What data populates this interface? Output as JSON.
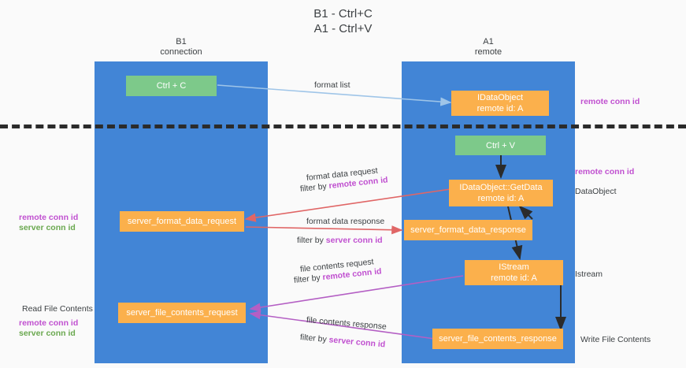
{
  "title": "B1 - Ctrl+C\nA1 - Ctrl+V",
  "columns": {
    "left": "B1\nconnection",
    "right": "A1\nremote"
  },
  "nodes": {
    "ctrl_c": "Ctrl + C",
    "data_object_remote": "IDataObject\nremote id: A",
    "ctrl_v": "Ctrl + V",
    "get_data": "IDataObject::GetData\nremote id: A",
    "server_format_data_request": "server_format_data_request",
    "server_format_data_response": "server_format_data_response",
    "istream": "IStream\nremote id: A",
    "server_file_contents_request": "server_file_contents_request",
    "server_file_contents_response": "server_file_contents_response"
  },
  "edges": {
    "format_list": "format list",
    "format_data_request": "format data request",
    "format_data_request_filter_prefix": "filter by ",
    "format_data_request_filter_key": "remote conn id",
    "format_data_response": "format data response",
    "format_data_response_filter_prefix": "filter by ",
    "format_data_response_filter_key": "server conn id",
    "file_contents_request": "file contents request",
    "file_contents_request_filter_prefix": "filter by ",
    "file_contents_request_filter_key": "remote conn id",
    "file_contents_response": "file contents response",
    "file_contents_response_filter_prefix": "filter by ",
    "file_contents_response_filter_key": "server conn id"
  },
  "annotations": {
    "right_remote_conn_id_top": "remote conn id",
    "right_remote_conn_id_mid": "remote conn id",
    "right_data_object": "DataObject",
    "right_istream": "Istream",
    "right_write_file_contents": "Write File Contents",
    "left_remote_conn_id_mid": "remote conn id",
    "left_server_conn_id_mid": "server conn id",
    "left_read_file_contents": "Read File Contents",
    "left_remote_conn_id_bottom": "remote conn id",
    "left_server_conn_id_bottom": "server conn id"
  },
  "colors": {
    "lane": "#4285d6",
    "green_node": "#7dc98a",
    "orange_node": "#fbb04c",
    "remote_key": "#c050d0",
    "server_key": "#6aa84f",
    "arrow_blue": "#9fc5e8",
    "arrow_red": "#e06666",
    "arrow_purple": "#b45fc4",
    "arrow_black": "#2b2b2b"
  }
}
